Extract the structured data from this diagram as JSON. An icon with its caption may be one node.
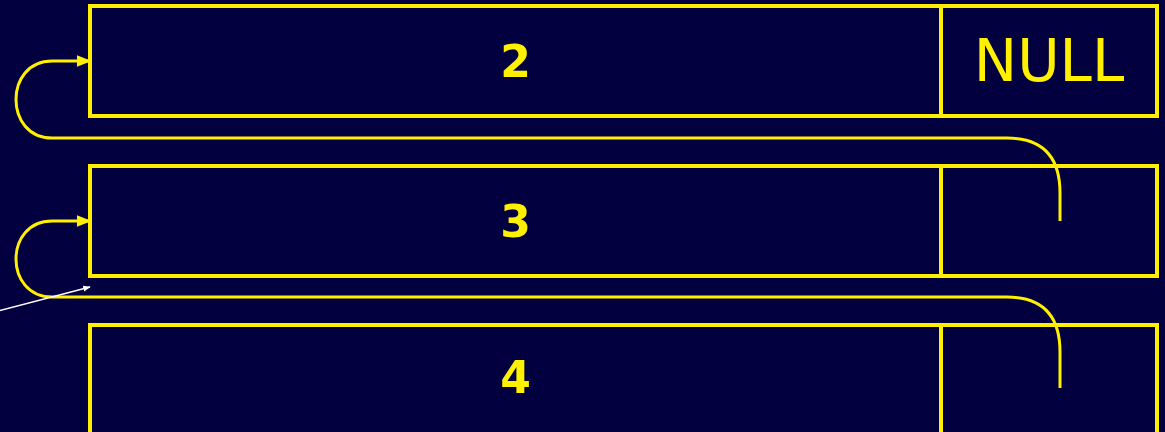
{
  "diagram": {
    "nodes": [
      {
        "text": [
          "2"
        ]
      },
      {
        "text": [
          "NULL"
        ]
      },
      {
        "text": [
          "3"
        ]
      },
      {
        "text": [],
        "shape": "box"
      },
      {
        "text": [
          "4"
        ]
      },
      {
        "text": [],
        "shape": "box"
      }
    ],
    "edges": [
      {
        "from": 3,
        "to": 0,
        "arrow": "to"
      },
      {
        "from": 5,
        "to": 2,
        "arrow": "to"
      },
      {
        "from": null,
        "to": 2,
        "arrow": "to",
        "color": "#ffffff"
      }
    ]
  }
}
